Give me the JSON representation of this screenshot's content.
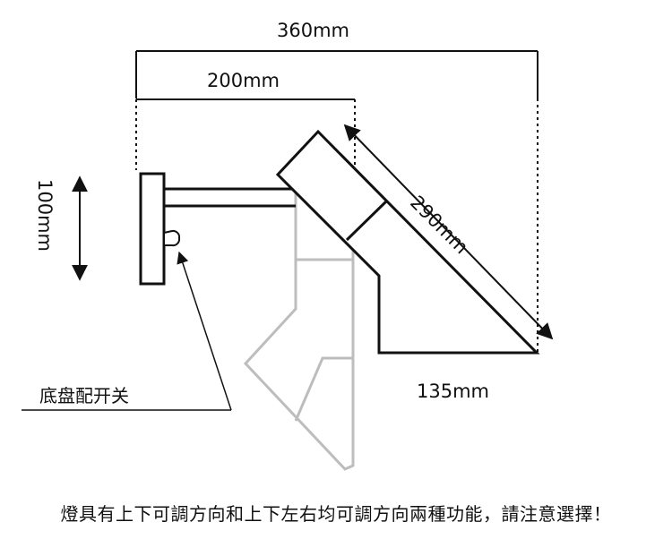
{
  "dimensions": {
    "overall_width": "360mm",
    "arm_width": "200mm",
    "shade_length": "290mm",
    "base_height": "100mm",
    "shade_bottom": "135mm"
  },
  "callout": {
    "base_switch": "底盘配开关"
  },
  "footer": {
    "note": "燈具有上下可調方向和上下左右均可調方向兩種功能，請注意選擇！"
  },
  "colors": {
    "line": "#111111",
    "ghost": "#bdbdbd",
    "background": "#ffffff"
  }
}
